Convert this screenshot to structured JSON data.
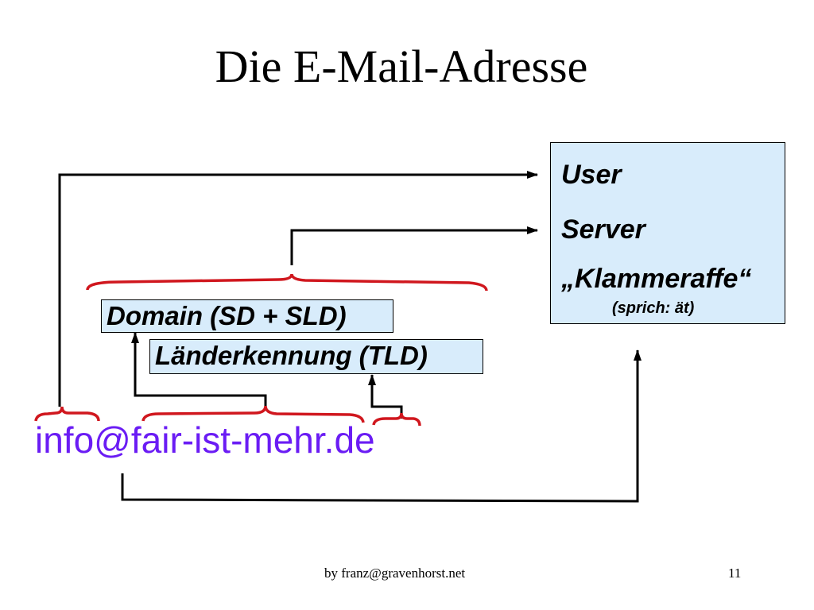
{
  "slide": {
    "title": "Die E-Mail-Adresse",
    "footer": "by franz@gravenhorst.net",
    "page_number": "11"
  },
  "legend": {
    "user": "User",
    "server": "Server",
    "at_sign": "„Klammeraffe“",
    "at_pronunciation": "(sprich: ät)"
  },
  "labels": {
    "domain": "Domain (SD + SLD)",
    "tld": "Länderkennung (TLD)"
  },
  "email": "info@fair-ist-mehr.de",
  "colors": {
    "box_fill": "#d8ecfb",
    "email_text": "#6a1cf4",
    "brace": "#d0171e",
    "line": "#000000"
  }
}
